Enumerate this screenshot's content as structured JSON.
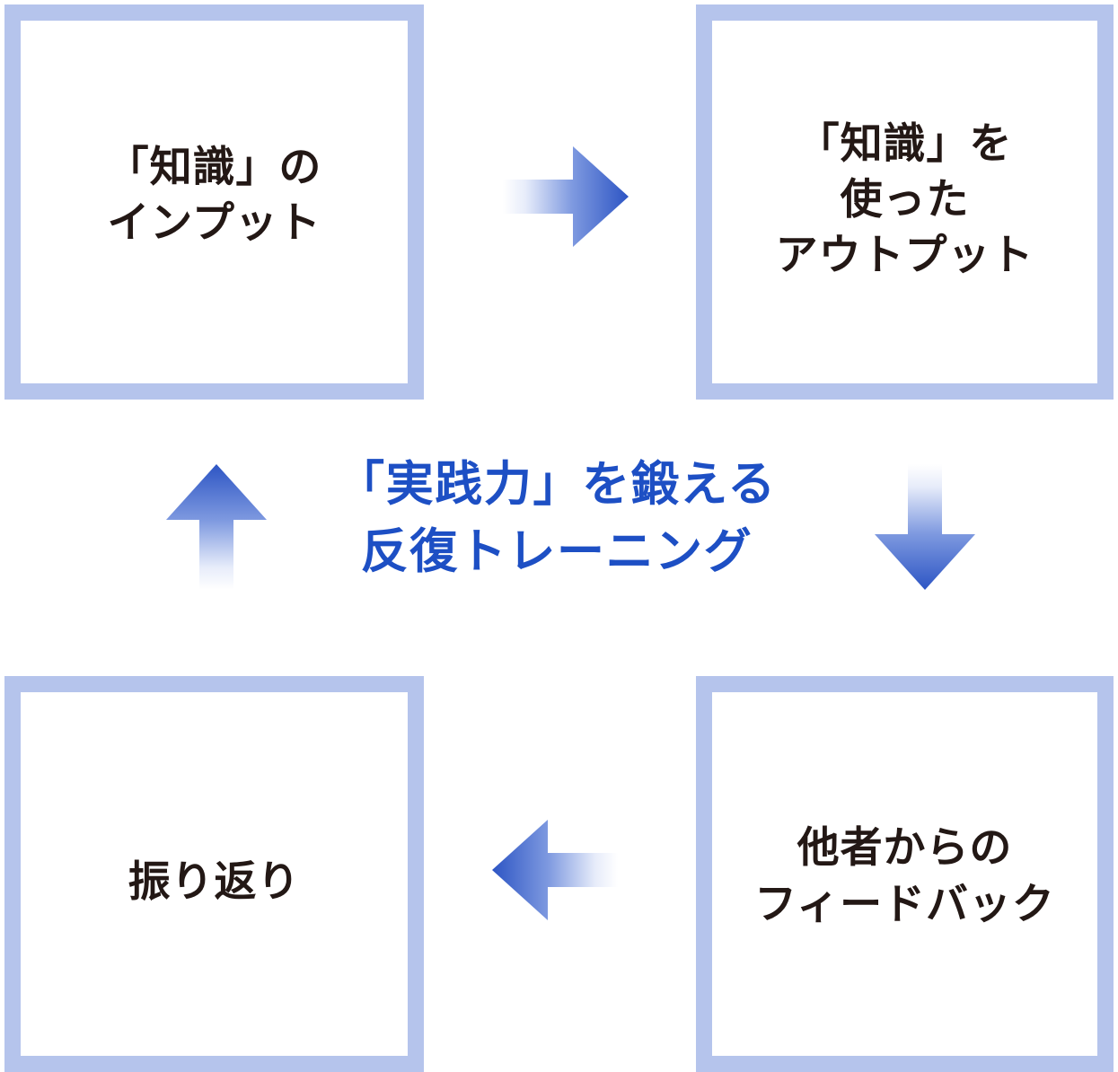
{
  "diagram": {
    "title_color": "#1d4fc4",
    "box_border_color": "#b5c4ec",
    "box_text_color": "#231815",
    "arrow_color_dark": "#2d55c4",
    "arrow_color_light": "#ffffff",
    "center_caption": "「実践力」を鍛える\n反復トレーニング",
    "boxes": [
      {
        "id": "input",
        "label": "「知識」の\nインプット"
      },
      {
        "id": "output",
        "label": "「知識」を\n使った\nアウトプット"
      },
      {
        "id": "feedback",
        "label": "他者からの\nフィードバック"
      },
      {
        "id": "reflect",
        "label": "振り返り"
      }
    ],
    "arrows": [
      {
        "id": "arrow-right",
        "name": "arrow-right-icon",
        "direction": "right"
      },
      {
        "id": "arrow-down",
        "name": "arrow-down-icon",
        "direction": "down"
      },
      {
        "id": "arrow-left",
        "name": "arrow-left-icon",
        "direction": "left"
      },
      {
        "id": "arrow-up",
        "name": "arrow-up-icon",
        "direction": "up"
      }
    ]
  }
}
